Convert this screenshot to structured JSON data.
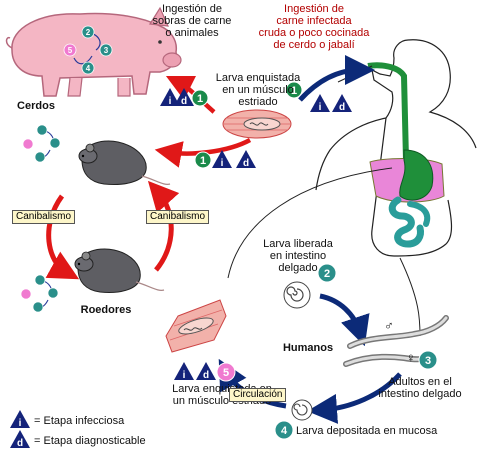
{
  "labels": {
    "pigs_ingest": [
      "Ingestión de",
      "sobras de carne",
      "o animales"
    ],
    "human_ingest": [
      "Ingestión de",
      "carne infectada",
      "cruda o poco cocinada",
      "de cerdo o jabalí"
    ],
    "larva_muscle_top": [
      "Larva enquistada",
      "en un músculo",
      "estriado"
    ],
    "pigs": "Cerdos",
    "cannibalism": "Canibalismo",
    "rodents": "Roedores",
    "larva_released": [
      "Larva liberada",
      "en intestino",
      "delgado"
    ],
    "humans": "Humanos",
    "larva_muscle_bottom": [
      "Larva enquistada en",
      "un músculo estriado"
    ],
    "circulation": "Circulación",
    "adults": [
      "Adultos en el",
      "intestino delgado"
    ],
    "larva_mucosa": "Larva depositada en mucosa",
    "male_symbol": "♂",
    "female_symbol": "♀"
  },
  "stages": {
    "s1": "1",
    "s2": "2",
    "s3": "3",
    "s4": "4",
    "s5": "5"
  },
  "legend": {
    "infective_letter": "i",
    "infective_text": "= Etapa infecciosa",
    "diagnostic_letter": "d",
    "diagnostic_text": "= Etapa diagnosticable"
  },
  "colors": {
    "arrow_red": "#e01818",
    "arrow_blue": "#0c2a78",
    "stage_green": "#1a8a4a",
    "stage_teal": "#2a8f8a",
    "stage_pink": "#f07ad0",
    "badge_blue": "#14237a",
    "pig_pink": "#f4b6c4",
    "muscle": "#f2b1aa",
    "gut_teal": "#2a9d9a",
    "stomach_pink": "#e986d8",
    "esophagus_green": "#1f8f3a"
  }
}
